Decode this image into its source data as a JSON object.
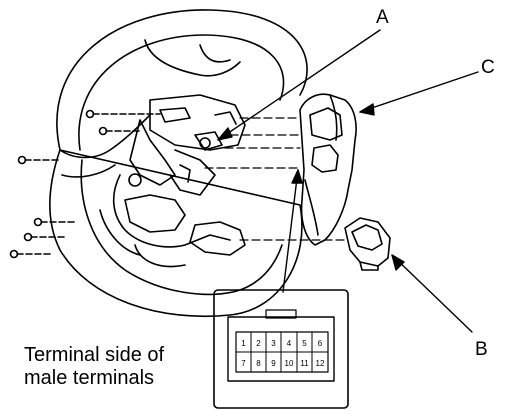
{
  "callouts": {
    "a": "A",
    "b": "B",
    "c": "C"
  },
  "caption": {
    "line1": "Terminal side of",
    "line2": "male terminals"
  },
  "connector": {
    "top_row": [
      "1",
      "2",
      "3",
      "4",
      "5",
      "6"
    ],
    "bottom_row": [
      "7",
      "8",
      "9",
      "10",
      "11",
      "12"
    ]
  },
  "colors": {
    "ink": "#000000",
    "paper": "#ffffff"
  }
}
